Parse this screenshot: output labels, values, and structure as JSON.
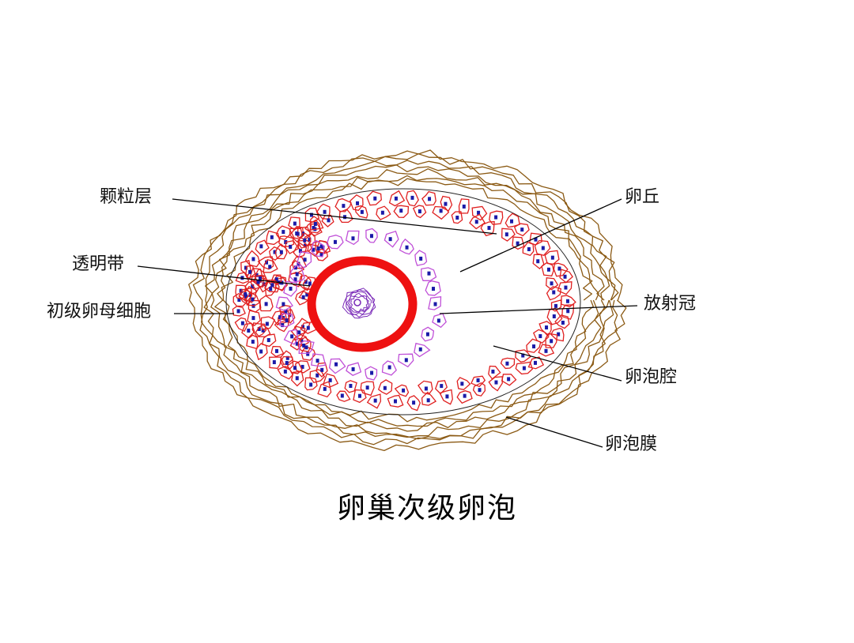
{
  "title": "卵巢次级卵泡",
  "labels": {
    "granulosa": "颗粒层",
    "zona_pellucida": "透明带",
    "primary_oocyte": "初级卵母细胞",
    "cumulus": "卵丘",
    "corona_radiata": "放射冠",
    "antrum": "卵泡腔",
    "theca": "卵泡膜"
  },
  "colors": {
    "theca": "#8b5a14",
    "granulosa_cells": "#e02020",
    "cell_nuclei": "#1a1aa8",
    "corona_cells": "#c050d8",
    "zona_pellucida": "#ee1111",
    "oocyte_nucleus": "#7a2ab8",
    "leader_lines": "#000000"
  }
}
